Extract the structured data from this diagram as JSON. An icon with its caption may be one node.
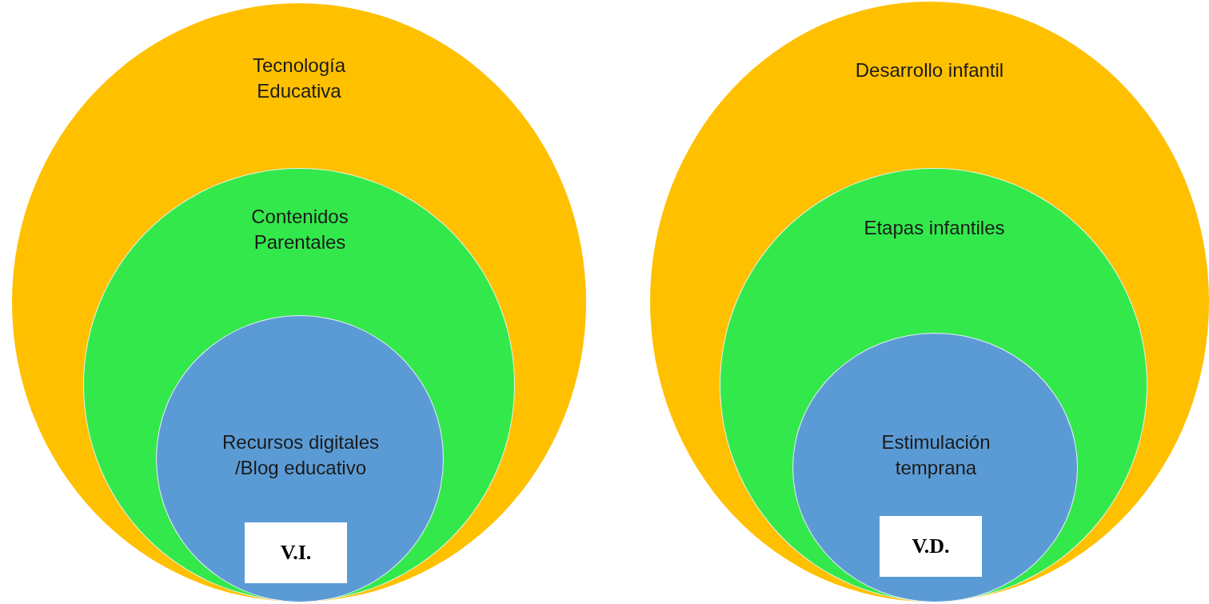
{
  "diagram": {
    "nodes": [
      {
        "text": [
          "Tecnología Educativa"
        ]
      },
      {
        "text": [
          "Contenidos Parentales"
        ],
        "in": 0
      },
      {
        "text": [
          "Recursos digitales /Blog educativo"
        ],
        "in": 1
      },
      {
        "text": [
          "V.I."
        ],
        "in": 2
      },
      {
        "text": [
          "Desarrollo infantil"
        ]
      },
      {
        "text": [
          "Etapas infantiles"
        ],
        "in": 4
      },
      {
        "text": [
          "Estimulación temprana"
        ],
        "in": 5
      },
      {
        "text": [
          "V.D."
        ],
        "in": 6
      }
    ]
  }
}
